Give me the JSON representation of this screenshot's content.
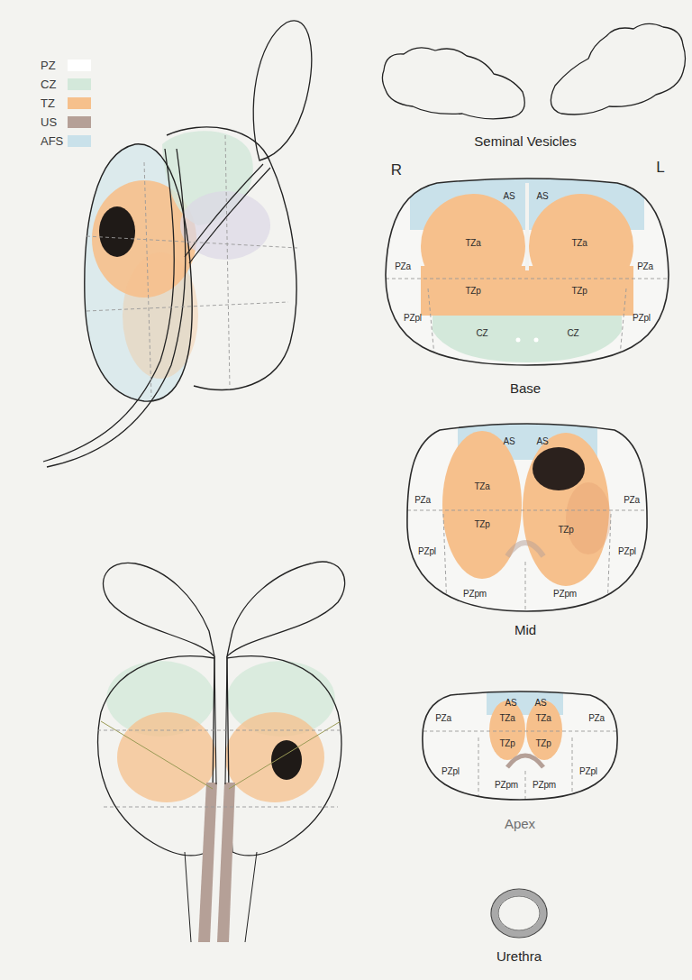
{
  "diagram": {
    "nodes": [
      {
        "text": [
          "Seminal Vesicles"
        ]
      },
      {
        "text": [
          "AS",
          "AS",
          "TZa",
          "TZa",
          "PZa",
          "PZa",
          "TZp",
          "TZp",
          "PZpl",
          "CZ",
          "CZ",
          "PZpl",
          "Base"
        ]
      },
      {
        "text": [
          "AS",
          "AS",
          "TZa",
          "PZa",
          "PZa",
          "TZp",
          "TZp",
          "PZpl",
          "PZpl",
          "PZpm",
          "PZpm",
          "Mid"
        ]
      },
      {
        "text": [
          "AS",
          "AS",
          "PZa",
          "TZa",
          "TZa",
          "PZa",
          "TZp",
          "TZp",
          "PZpl",
          "PZpm",
          "PZpm",
          "PZpl",
          "Apex"
        ]
      },
      {
        "text": [
          "Urethra"
        ]
      }
    ],
    "labels": [
      "R",
      "L"
    ],
    "legend": [
      {
        "text": "PZ",
        "color": "#ffffff"
      },
      {
        "text": "CZ",
        "color": "#d3e8da"
      },
      {
        "text": "TZ",
        "color": "#f6c08c"
      },
      {
        "text": "US",
        "color": "#b5a097"
      },
      {
        "text": "AFS",
        "color": "#c9e1ea"
      }
    ]
  }
}
